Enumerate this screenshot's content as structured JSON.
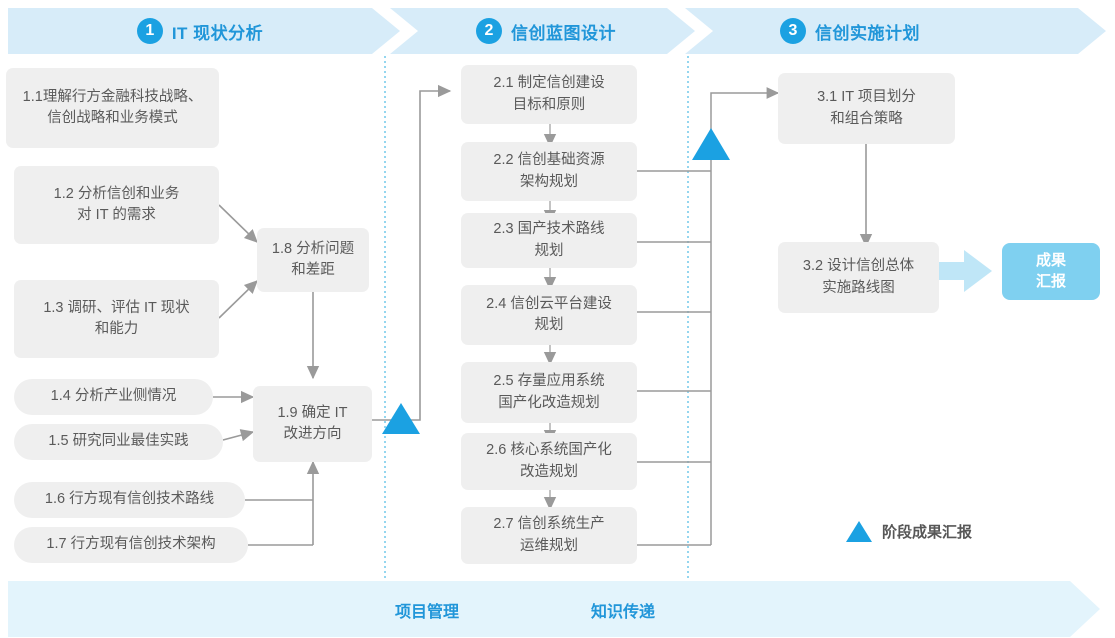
{
  "phases": [
    {
      "number": "1",
      "title": "IT 现状分析"
    },
    {
      "number": "2",
      "title": "信创蓝图设计"
    },
    {
      "number": "3",
      "title": "信创实施计划"
    }
  ],
  "nodes": {
    "n11": "1.1理解行方金融科技战略、\n信创战略和业务模式",
    "n12": "1.2 分析信创和业务\n对 IT 的需求",
    "n13": "1.3 调研、评估 IT 现状\n和能力",
    "n14": "1.4 分析产业侧情况",
    "n15": "1.5 研究同业最佳实践",
    "n16": "1.6 行方现有信创技术路线",
    "n17": "1.7 行方现有信创技术架构",
    "n18": "1.8 分析问题\n和差距",
    "n19": "1.9 确定 IT\n改进方向",
    "n21": "2.1 制定信创建设\n目标和原则",
    "n22": "2.2 信创基础资源\n架构规划",
    "n23": "2.3 国产技术路线\n规划",
    "n24": "2.4 信创云平台建设\n规划",
    "n25": "2.5 存量应用系统\n国产化改造规划",
    "n26": "2.6 核心系统国产化\n改造规划",
    "n27": "2.7 信创系统生产\n运维规划",
    "n31": "3.1 IT 项目划分\n和组合策略",
    "n32": "3.2 设计信创总体\n实施路线图"
  },
  "result_box": "成果\n汇报",
  "legend": {
    "label": "阶段成果汇报",
    "marker": "milestone-triangle"
  },
  "footer": {
    "items": [
      "项目管理",
      "知识传递"
    ]
  },
  "colors": {
    "accent": "#2196d9",
    "marker": "#1ba1e2",
    "band": "#d7ecf9",
    "footer_band": "#e3f4fc",
    "node_bg": "#efefef",
    "node_text": "#5a5a5a",
    "result_bg": "#7fd0f0",
    "connector": "#9a9a9a",
    "divider": "#66c4e8"
  }
}
